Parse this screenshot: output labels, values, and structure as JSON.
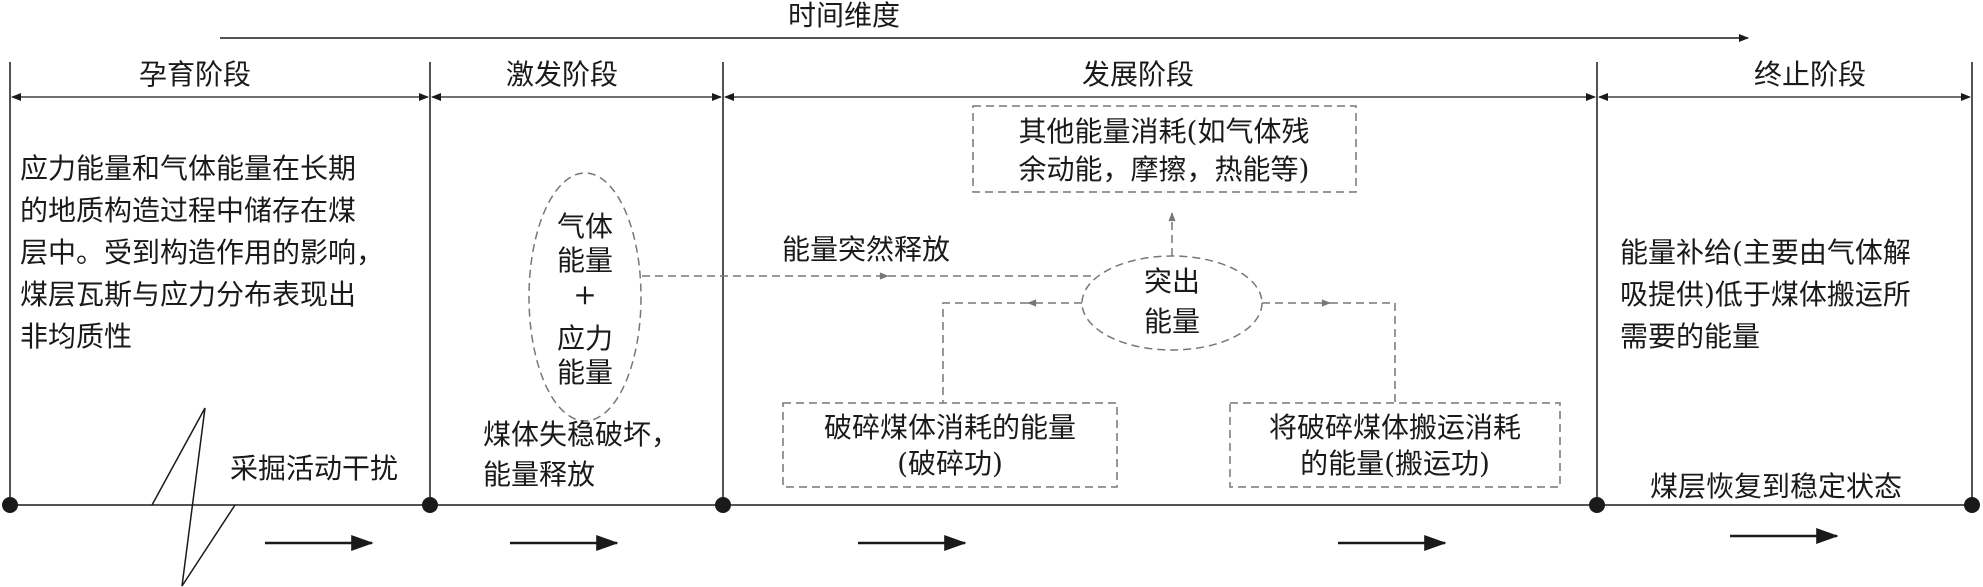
{
  "diagram": {
    "time_axis_label": "时间维度",
    "stages": [
      {
        "name": "孕育阶段"
      },
      {
        "name": "激发阶段"
      },
      {
        "name": "发展阶段"
      },
      {
        "name": "终止阶段"
      }
    ],
    "gestation_text": {
      "lines": [
        "应力能量和气体能量在长期",
        "的地质构造过程中储存在煤",
        "层中。受到构造作用的影响，",
        "煤层瓦斯与应力分布表现出",
        "非均质性"
      ]
    },
    "mining_disturbance": "采掘活动干扰",
    "excitation": {
      "ellipse_lines": [
        "气体",
        "能量",
        "+",
        "应力",
        "能量"
      ],
      "bottom_lines": [
        "煤体失稳破坏，",
        "能量释放"
      ]
    },
    "development": {
      "sudden_release": "能量突然释放",
      "other_consumption_lines": [
        "其他能量消耗(如气体残",
        "余动能，摩擦，热能等)"
      ],
      "outburst_energy_lines": [
        "突出",
        "能量"
      ],
      "crushing_lines": [
        "破碎煤体消耗的能量",
        "(破碎功)"
      ],
      "transport_lines": [
        "将破碎煤体搬运消耗",
        "的能量(搬运功)"
      ]
    },
    "termination": {
      "supply_lines": [
        "能量补给(主要由气体解",
        "吸提供)低于煤体搬运所",
        "需要的能量"
      ],
      "stable_state": "煤层恢复到稳定状态"
    }
  }
}
